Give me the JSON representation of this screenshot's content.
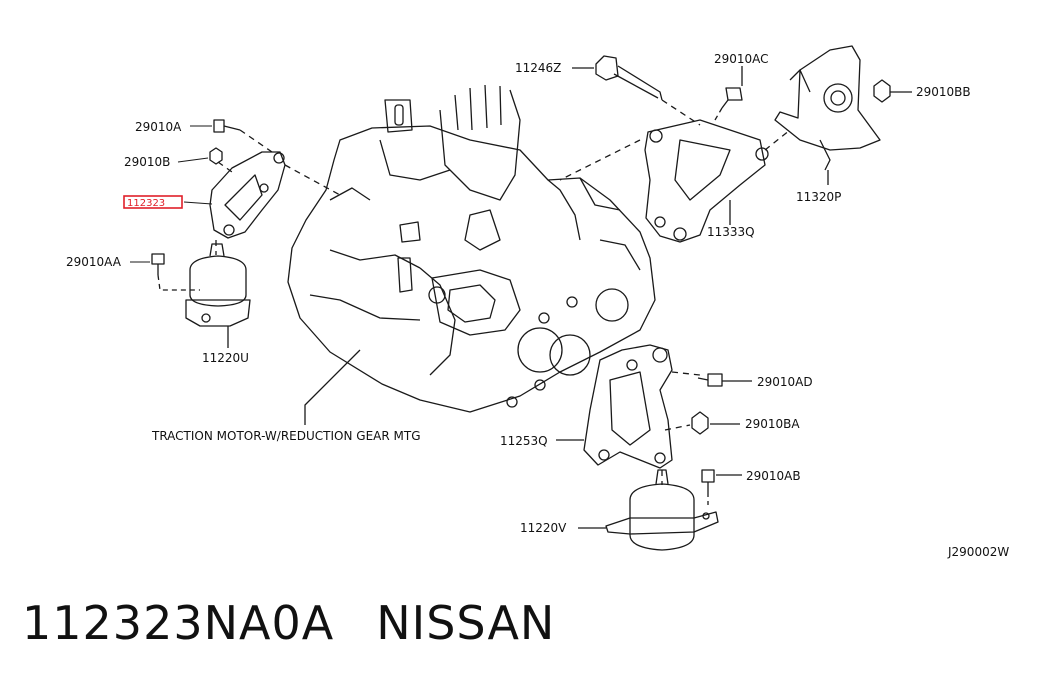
{
  "parts": {
    "p11246z": "11246Z",
    "p29010ac": "29010AC",
    "p29010a": "29010A",
    "p29010b": "29010B",
    "p112323": "112323",
    "p29010aa": "29010AA",
    "p11220u": "11220U",
    "p29010bb": "29010BB",
    "p11320p": "11320P",
    "p11333q": "11333Q",
    "p29010ad": "29010AD",
    "p29010ba": "29010BA",
    "p11253q": "11253Q",
    "p29010ab": "29010AB",
    "p11220v": "11220V"
  },
  "assembly_label": "TRACTION MOTOR-W/REDUCTION GEAR MTG",
  "diagram_code": "J290002W",
  "caption": {
    "part_number": "112323NA0A",
    "brand": "NISSAN"
  },
  "colors": {
    "highlight": "#e0202a",
    "line": "#1a1a1a"
  }
}
